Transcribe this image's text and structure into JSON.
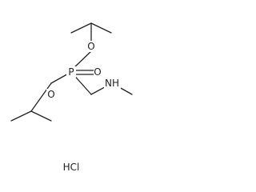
{
  "molecule": {
    "atoms": {
      "phosphorus": "P",
      "phosphoryl_oxygen": "O",
      "ester_oxygen_top": "O",
      "ester_oxygen_bottom": "O",
      "amine": "NH"
    },
    "salt": "HCl"
  }
}
